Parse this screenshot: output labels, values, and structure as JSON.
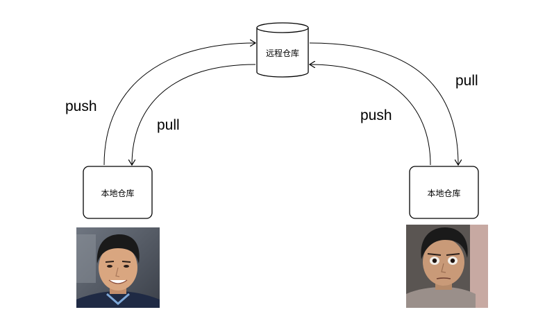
{
  "nodes": {
    "remote": {
      "label": "远程仓库"
    },
    "local_left": {
      "label": "本地仓库"
    },
    "local_right": {
      "label": "本地仓库"
    }
  },
  "edges": {
    "left_push": {
      "label": "push"
    },
    "left_pull": {
      "label": "pull"
    },
    "right_push": {
      "label": "push"
    },
    "right_pull": {
      "label": "pull"
    }
  },
  "colors": {
    "stroke": "#000000",
    "skin_left": "#d9a680",
    "skin_right": "#c99a78",
    "hair": "#1a1a1a",
    "shirt_left": "#1f2a44",
    "shirt_right": "#9a8f8a"
  }
}
